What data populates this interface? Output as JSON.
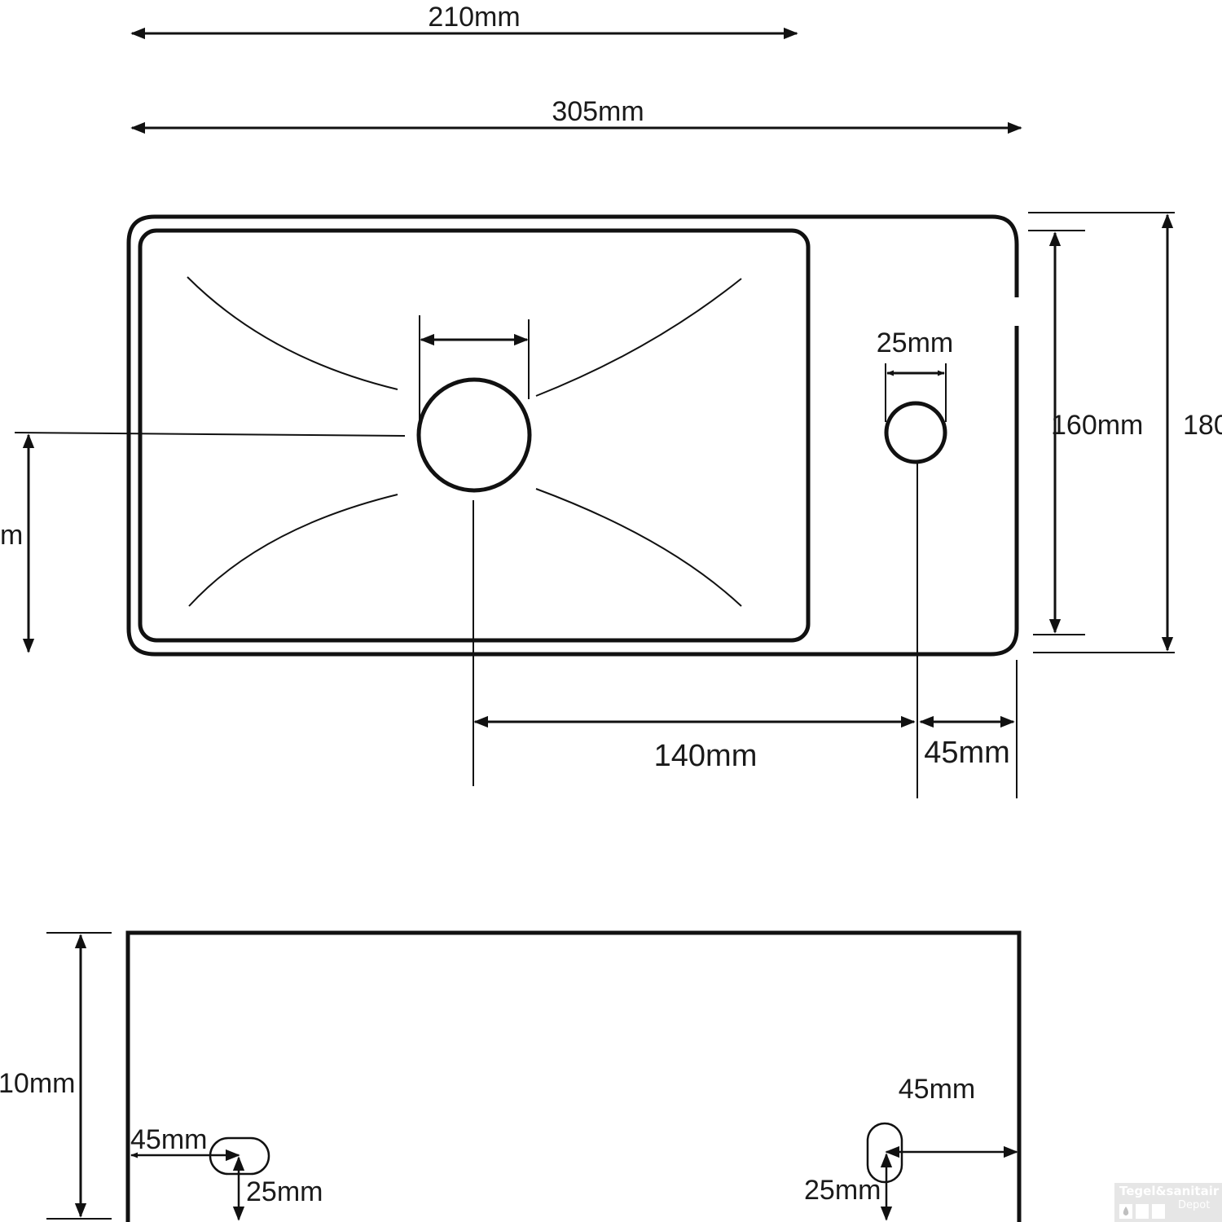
{
  "dimensions": {
    "top_width_210": "210mm",
    "top_width_305": "305mm",
    "tap_hole_dia": "25mm",
    "inner_height": "160mm",
    "outer_height": "180",
    "left_height_partial": "m",
    "drain_to_tap": "140mm",
    "tap_to_edge": "45mm",
    "front_height": "10mm",
    "overflow_left_offset": "45mm",
    "overflow_left_height": "25mm",
    "overflow_right_offset": "45mm",
    "overflow_right_height": "25mm"
  },
  "watermark": {
    "brand_line1": "Tegel&sanitair",
    "brand_line2": "Depot"
  }
}
